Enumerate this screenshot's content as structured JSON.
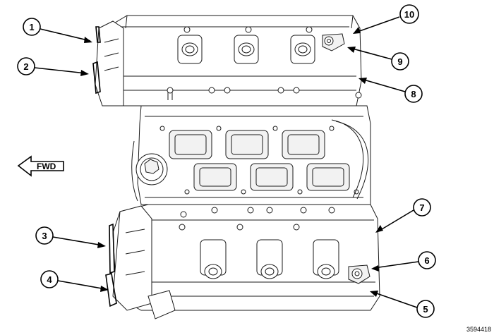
{
  "direction_arrow": {
    "label": "FWD"
  },
  "figure_id": "3594418",
  "callouts": [
    {
      "num": "1"
    },
    {
      "num": "2"
    },
    {
      "num": "3"
    },
    {
      "num": "4"
    },
    {
      "num": "5"
    },
    {
      "num": "6"
    },
    {
      "num": "7"
    },
    {
      "num": "8"
    },
    {
      "num": "9"
    },
    {
      "num": "10"
    }
  ]
}
